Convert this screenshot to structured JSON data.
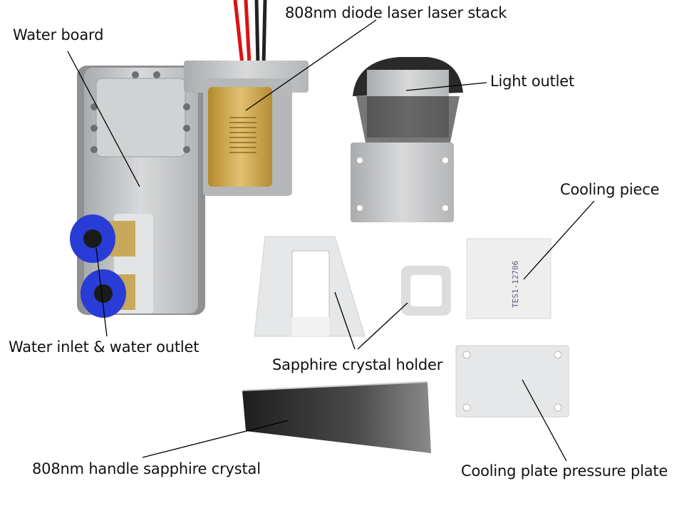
{
  "labels": {
    "water_board": "Water board",
    "laser_stack": "808nm diode laser laser stack",
    "light_outlet": "Light outlet",
    "cooling_piece": "Cooling piece",
    "water_inlet_outlet": "Water inlet & water outlet",
    "sapphire_holder": "Sapphire crystal holder",
    "sapphire_crystal": "808nm handle sapphire crystal",
    "pressure_plate": "Cooling plate pressure plate"
  },
  "chip_marking": "TES1-12706",
  "colors": {
    "line": "#000000",
    "aluminum": "#c9cbcc",
    "connector": "#2a3cd6",
    "gold": "#c9a24a"
  }
}
